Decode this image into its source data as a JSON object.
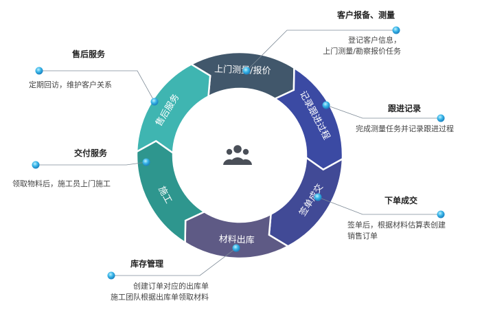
{
  "segments": [
    {
      "label": "上门测量/报价",
      "color": "#41576b"
    },
    {
      "label": "记录跟进过程",
      "color": "#3b4aa3"
    },
    {
      "label": "签单成交",
      "color": "#414a96"
    },
    {
      "label": "材料出库",
      "color": "#5e5a85"
    },
    {
      "label": "施工",
      "color": "#2e968e"
    },
    {
      "label": "售后服务",
      "color": "#3fb5b1"
    }
  ],
  "callouts": [
    {
      "title": "客户报备、测量",
      "desc": [
        "登记客户信息，",
        "上门测量/勘察报价任务"
      ]
    },
    {
      "title": "跟进记录",
      "desc": [
        "完成测量任务并记录跟进过程"
      ]
    },
    {
      "title": "下单成交",
      "desc": [
        "签单后，根据材料估算表创建",
        "销售订单"
      ]
    },
    {
      "title": "库存管理",
      "desc": [
        "创建订单对应的出库单",
        "施工团队根据出库单领取材料"
      ]
    },
    {
      "title": "交付服务",
      "desc": [
        "领取物料后，施工员上门施工"
      ]
    },
    {
      "title": "售后服务",
      "desc": [
        "定期回访，维护客户关系"
      ]
    }
  ],
  "center_icon": "people-group-icon"
}
